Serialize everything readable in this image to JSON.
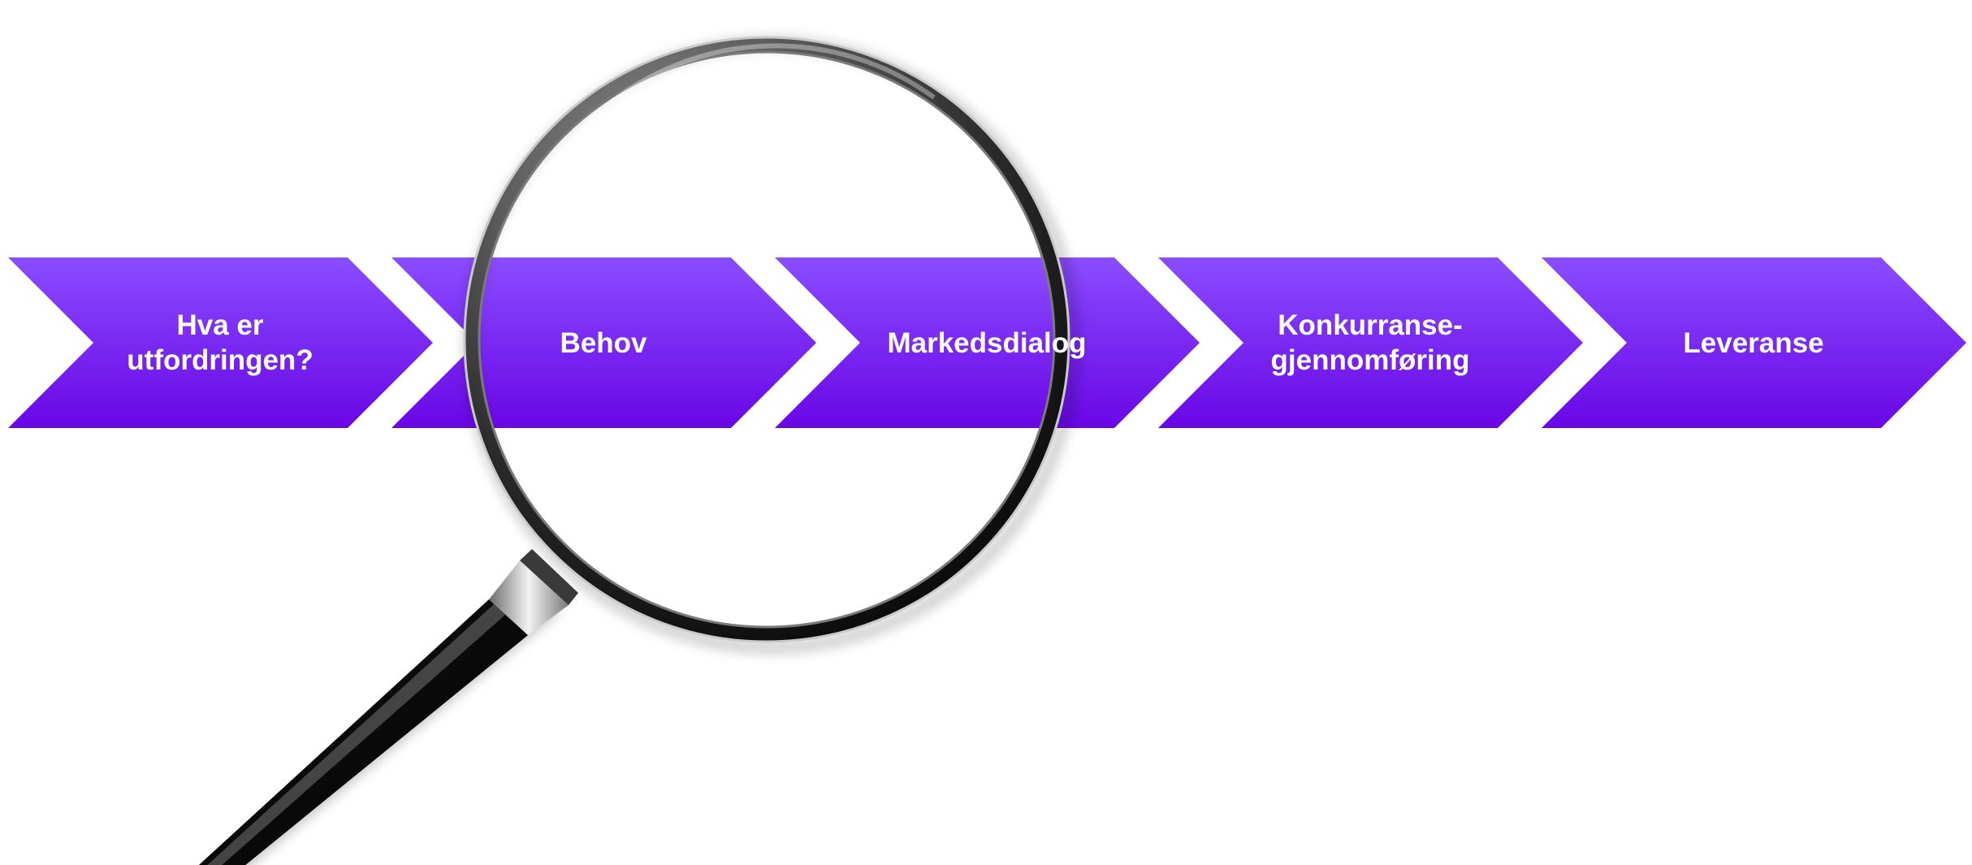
{
  "process": {
    "steps": [
      {
        "label": "Hva er\nutfordringen?"
      },
      {
        "label": "Behov"
      },
      {
        "label": "Markedsdialog"
      },
      {
        "label": "Konkurranse-\ngjennomføring"
      },
      {
        "label": "Leveranse"
      }
    ]
  },
  "colors": {
    "chevron_top": "#8a4dff",
    "chevron_bottom": "#6a06e6",
    "magnifier_rim": "#1a1a1a",
    "magnifier_handle": "#111111"
  },
  "icons": {
    "magnifier": "magnifying-glass-icon"
  }
}
